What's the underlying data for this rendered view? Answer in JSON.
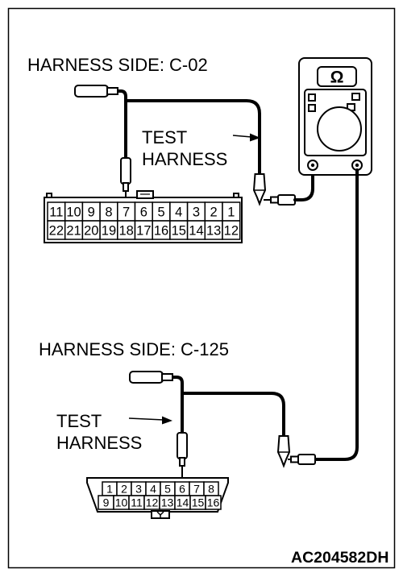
{
  "multimeter": {
    "display_symbol": "Ω"
  },
  "harness_c02": {
    "label": "HARNESS SIDE: C-02",
    "test_harness": {
      "line1": "TEST",
      "line2": "HARNESS"
    },
    "pins_top": [
      "11",
      "10",
      "9",
      "8",
      "7",
      "6",
      "5",
      "4",
      "3",
      "2",
      "1"
    ],
    "pins_bottom": [
      "22",
      "21",
      "20",
      "19",
      "18",
      "17",
      "16",
      "15",
      "14",
      "13",
      "12"
    ]
  },
  "harness_c125": {
    "label": "HARNESS SIDE: C-125",
    "test_harness": {
      "line1": "TEST",
      "line2": "HARNESS"
    },
    "pins_top": [
      "1",
      "2",
      "3",
      "4",
      "5",
      "6",
      "7",
      "8"
    ],
    "pins_bottom": [
      "9",
      "10",
      "11",
      "12",
      "13",
      "14",
      "15",
      "16"
    ]
  },
  "figure_code": "AC204582DH"
}
